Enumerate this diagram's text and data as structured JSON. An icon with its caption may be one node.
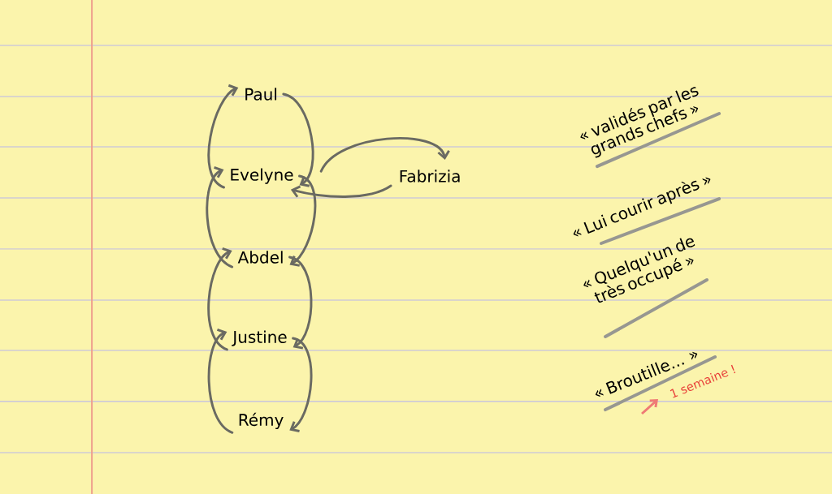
{
  "diagram": {
    "nodes": [
      {
        "text": [
          "Paul"
        ]
      },
      {
        "text": [
          "Evelyne"
        ]
      },
      {
        "text": [
          "Fabrizia"
        ]
      },
      {
        "text": [
          "Abdel"
        ]
      },
      {
        "text": [
          "Justine"
        ]
      },
      {
        "text": [
          "Rémy"
        ]
      }
    ],
    "edges": [
      {
        "from": 1,
        "to": 0,
        "arrow": "to"
      },
      {
        "from": 0,
        "to": 1,
        "arrow": "to"
      },
      {
        "from": 1,
        "to": 2,
        "arrow": "to"
      },
      {
        "from": 2,
        "to": 1,
        "arrow": "to"
      },
      {
        "from": 3,
        "to": 1,
        "arrow": "to"
      },
      {
        "from": 1,
        "to": 3,
        "arrow": "to"
      },
      {
        "from": 4,
        "to": 3,
        "arrow": "to"
      },
      {
        "from": 3,
        "to": 4,
        "arrow": "to"
      },
      {
        "from": 5,
        "to": 4,
        "arrow": "to"
      },
      {
        "from": 4,
        "to": 5,
        "arrow": "to"
      }
    ],
    "labels": [
      "« validés par les grands chefs »",
      "« Lui courir après »",
      "« Quelqu'un de très occupé »",
      "« Broutille... »",
      "1 semaine !"
    ]
  }
}
